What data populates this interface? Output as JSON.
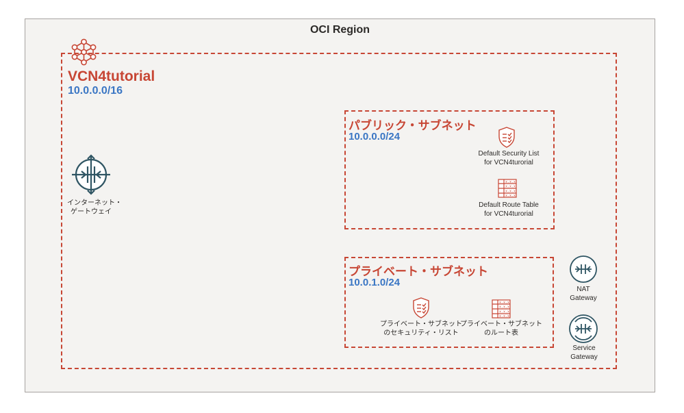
{
  "region": {
    "title": "OCI Region"
  },
  "vcn": {
    "name": "VCN4tutorial",
    "cidr": "10.0.0.0/16",
    "icon": "vcn-network-icon"
  },
  "internet_gateway": {
    "label_line1": "インターネット・",
    "label_line2": "ゲートウェイ",
    "icon": "internet-gateway-icon"
  },
  "public_subnet": {
    "title": "パブリック・サブネット",
    "cidr": "10.0.0.0/24",
    "security_list": {
      "line1": "Default Security List",
      "line2": "for VCN4turorial",
      "icon": "security-list-icon"
    },
    "route_table": {
      "line1": "Default Route Table",
      "line2": "for VCN4turorial",
      "icon": "route-table-icon"
    }
  },
  "private_subnet": {
    "title": "プライベート・サブネット",
    "cidr": "10.0.1.0/24",
    "security_list": {
      "line1": "プライベート・サブネット",
      "line2": "のセキュリティ・リスト",
      "icon": "security-list-icon"
    },
    "route_table": {
      "line1": "プライベート・サブネット",
      "line2": "のルート表",
      "icon": "route-table-icon"
    }
  },
  "nat_gateway": {
    "line1": "NAT",
    "line2": "Gateway",
    "icon": "nat-gateway-icon"
  },
  "service_gateway": {
    "line1": "Service",
    "line2": "Gateway",
    "icon": "service-gateway-icon"
  },
  "colors": {
    "accent": "#c74634",
    "cidr": "#3a76c4",
    "icon": "#2f5563",
    "region_bg": "#f4f3f1"
  }
}
